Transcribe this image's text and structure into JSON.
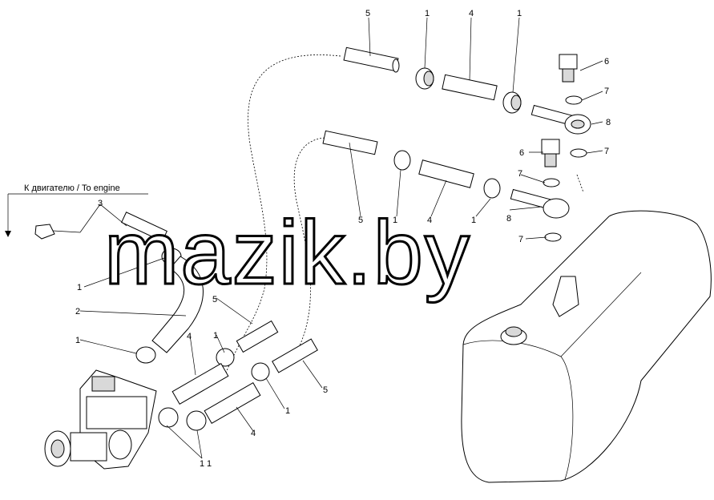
{
  "engine_label": "К двигателю / To engine",
  "watermark": "mazik.by",
  "callouts": {
    "c1a": "1",
    "c1b": "1",
    "c1c": "1",
    "c1d": "1",
    "c1e": "1",
    "c1f": "1",
    "c1g": "1",
    "c1h": "1",
    "c1i": "1",
    "c1j": "1",
    "c2": "2",
    "c3": "3",
    "c4a": "4",
    "c4b": "4",
    "c4c": "4",
    "c4d": "4",
    "c5a": "5",
    "c5b": "5",
    "c5c": "5",
    "c5d": "5",
    "c6a": "6",
    "c6b": "6",
    "c7a": "7",
    "c7b": "7",
    "c7c": "7",
    "c7d": "7",
    "c8a": "8",
    "c8b": "8"
  }
}
